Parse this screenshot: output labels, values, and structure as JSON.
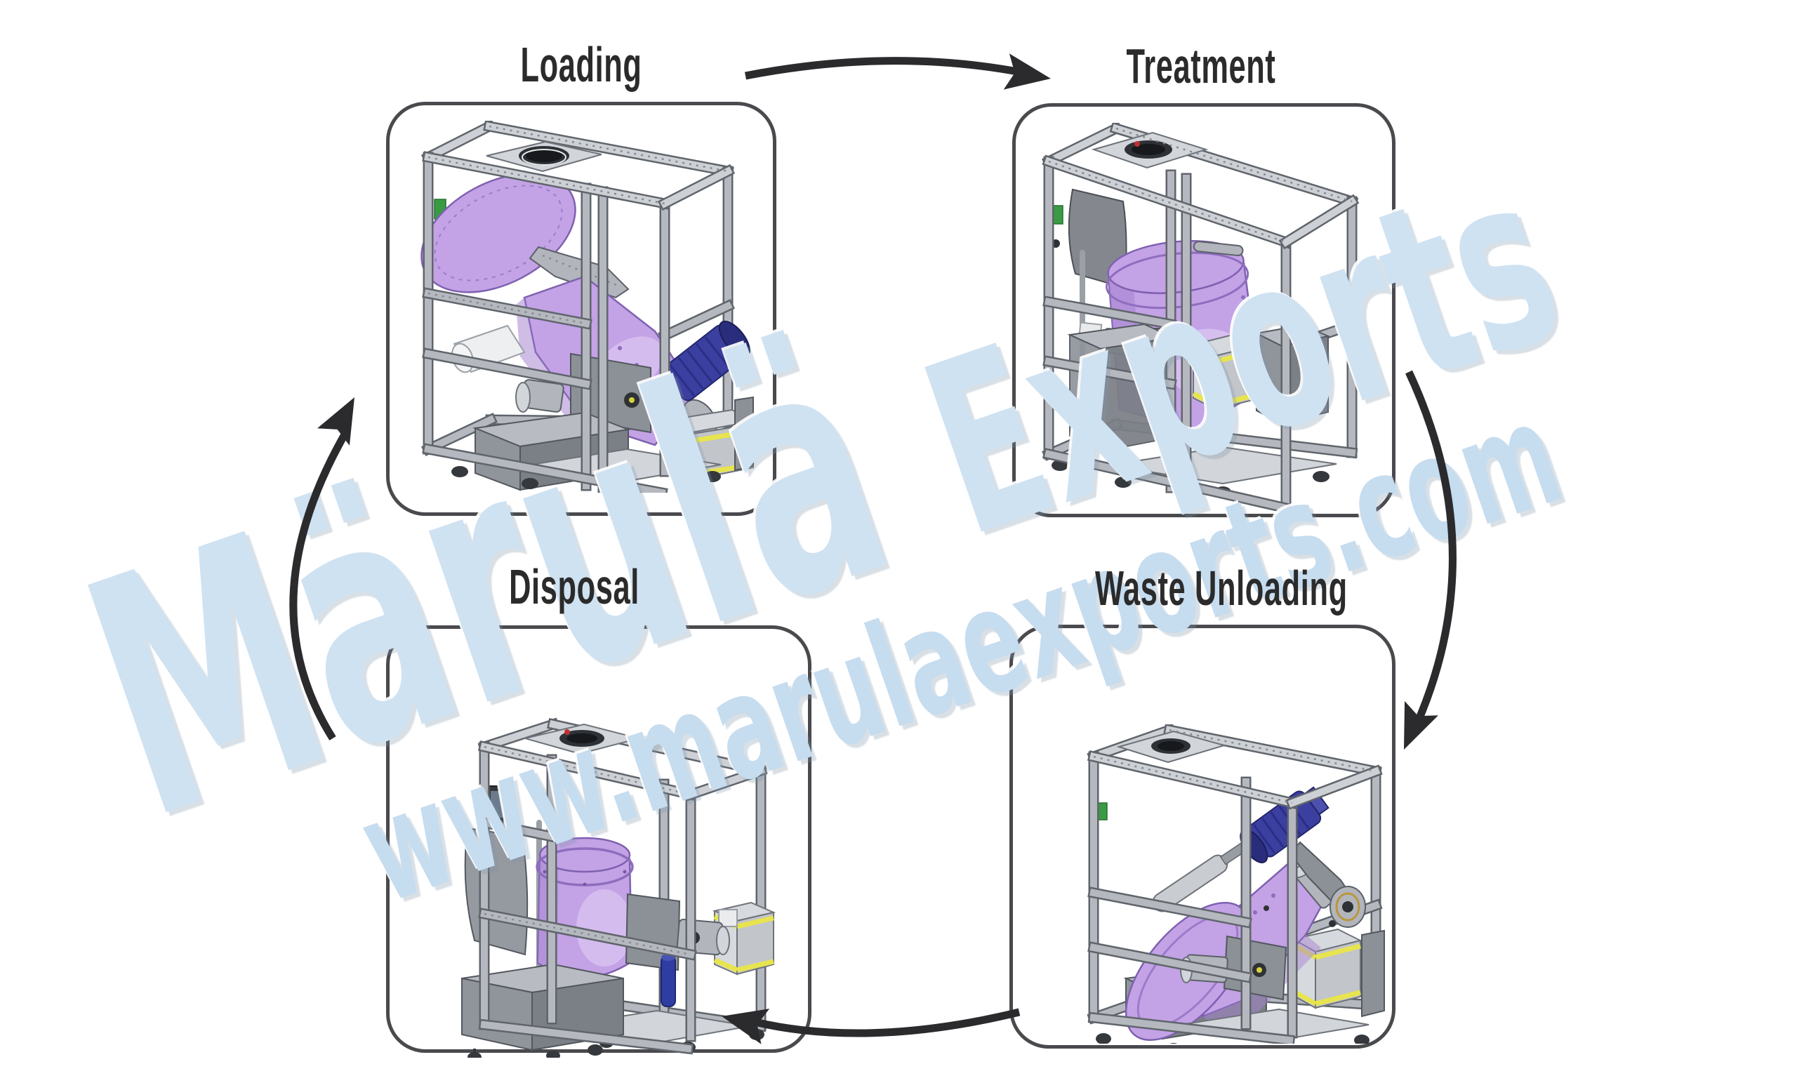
{
  "diagram": {
    "type": "process-cycle",
    "direction": "clockwise",
    "background": "#ffffff",
    "box_border_color": "#4a4a4e",
    "arrow_color": "#2b2b2e",
    "label_color": "#2b2b2b"
  },
  "stages": [
    {
      "id": "loading",
      "label": "Loading",
      "illustration": "waste-treatment-machine-loading-view"
    },
    {
      "id": "treatment",
      "label": "Treatment",
      "illustration": "waste-treatment-machine-treatment-view"
    },
    {
      "id": "waste_unloading",
      "label": "Waste Unloading",
      "illustration": "waste-treatment-machine-unloading-view"
    },
    {
      "id": "disposal",
      "label": "Disposal",
      "illustration": "waste-treatment-machine-disposal-view"
    }
  ],
  "cycle_order": [
    "Loading",
    "Treatment",
    "Waste Unloading",
    "Disposal"
  ],
  "watermark": {
    "brand": "Märulä Exports",
    "brand_part1": "Märulä ",
    "brand_part2": "Exports",
    "website": "www.marulaexports.com",
    "color": "#cfe2f2"
  },
  "machine_palette": {
    "frame_gray": "#b2b6bc",
    "vessel_purple": "#c3a2e6",
    "motor_blue": "#3b3f9f",
    "accent_yellow": "#e7e44f",
    "accent_green": "#3a9b44"
  }
}
